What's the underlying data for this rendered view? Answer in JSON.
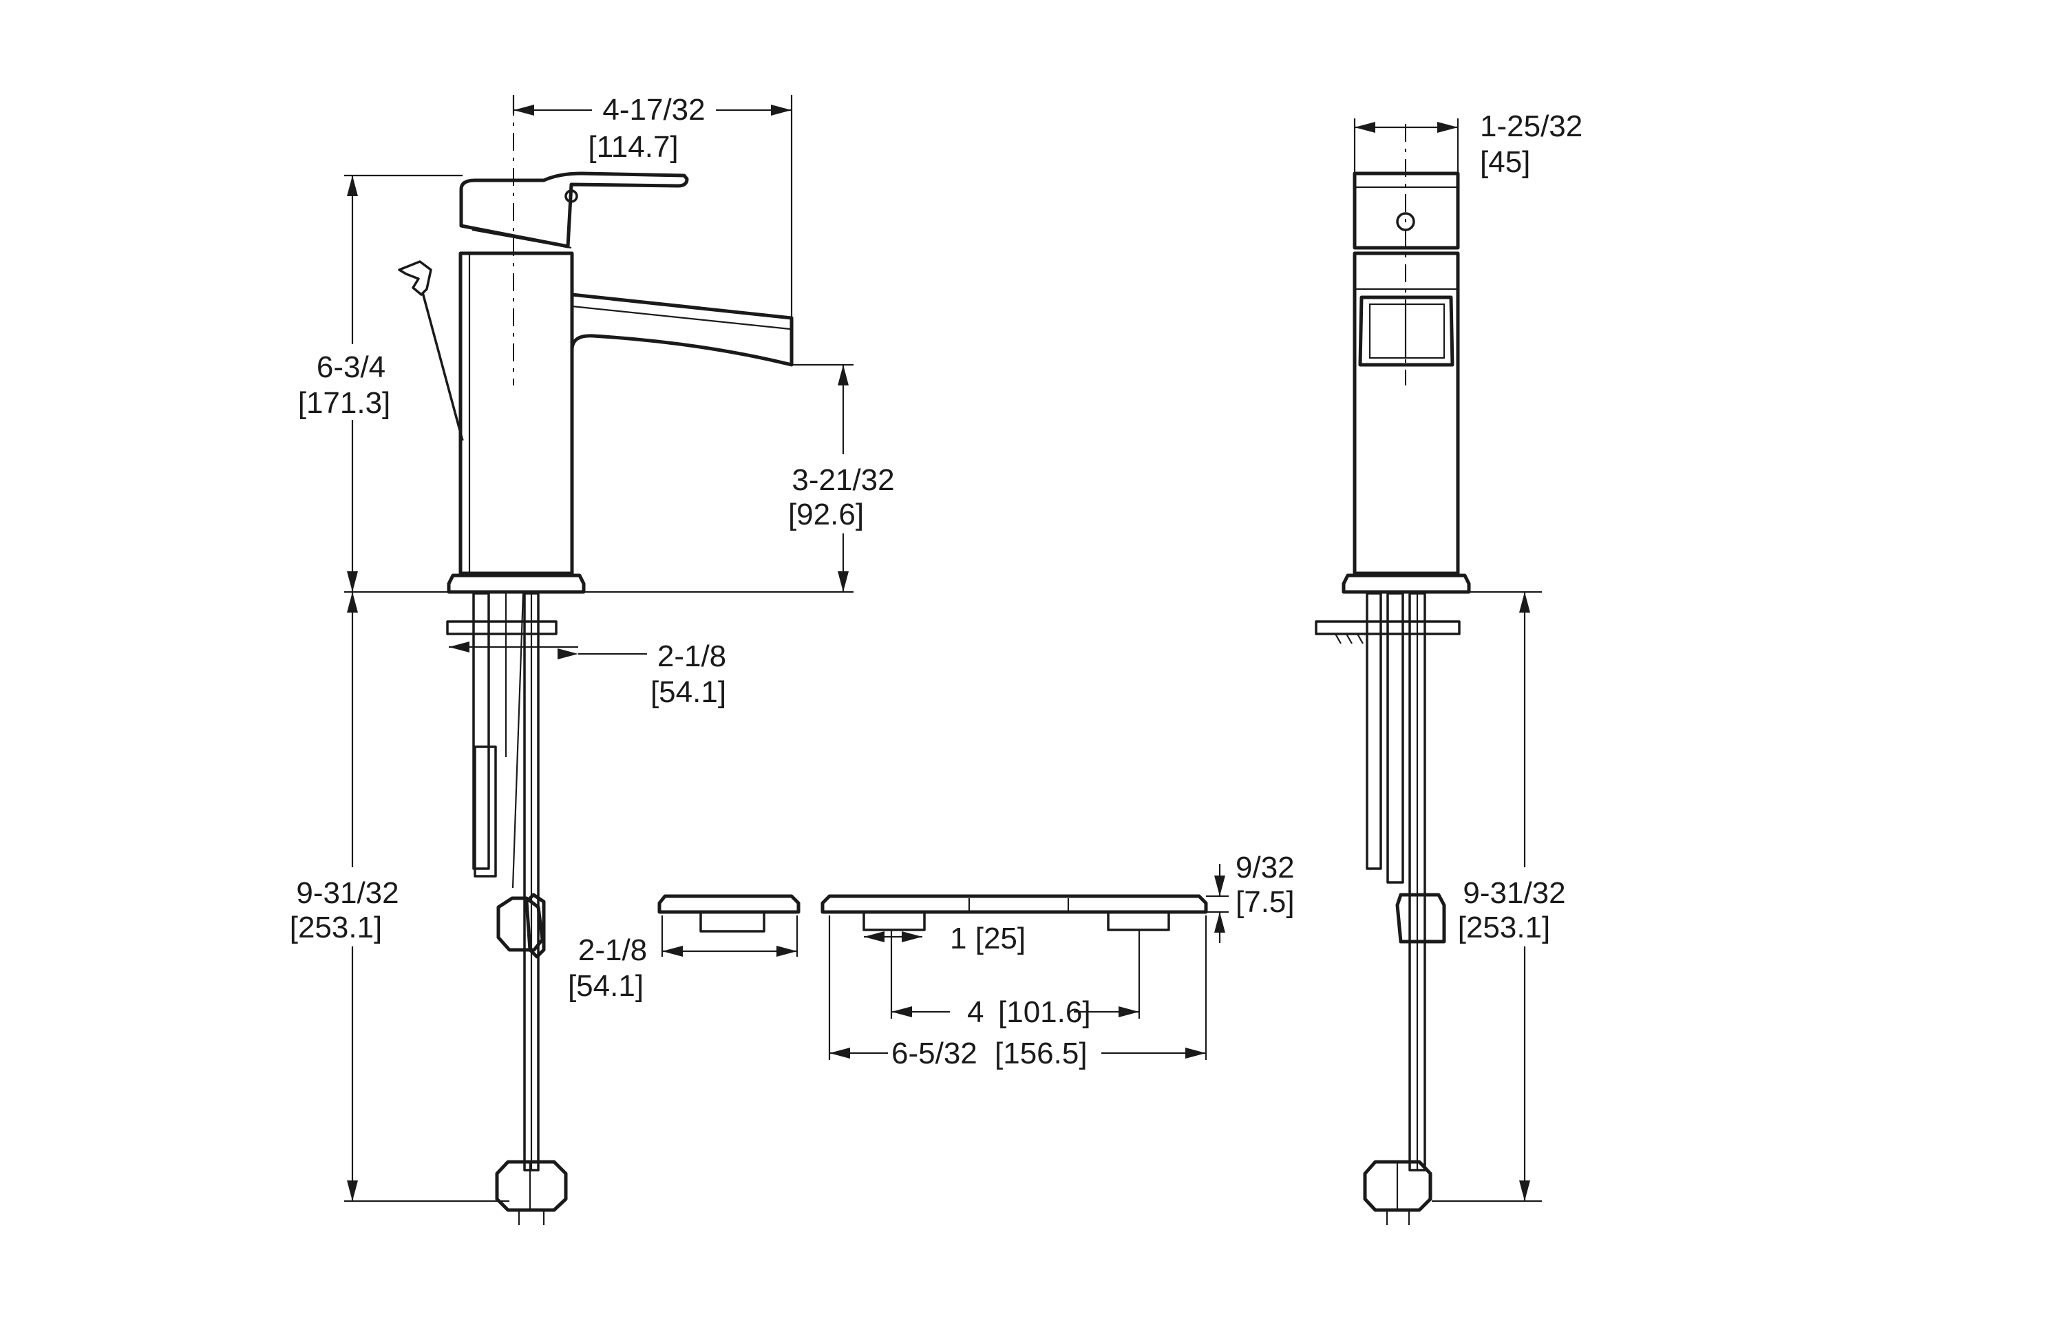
{
  "dimensions": {
    "overall_reach": {
      "inch": "4-17/32",
      "mm": "[114.7]"
    },
    "overall_height": {
      "inch": "6-3/4",
      "mm": "[171.3]"
    },
    "spout_height": {
      "inch": "3-21/32",
      "mm": "[92.6]"
    },
    "max_deck_thickness": {
      "inch": "2-1/8",
      "mm": "[54.1]"
    },
    "supply_length_side": {
      "inch": "9-31/32",
      "mm": "[253.1]"
    },
    "handle_width": {
      "inch": "1-25/32",
      "mm": "[45]"
    },
    "supply_length_front": {
      "inch": "9-31/32",
      "mm": "[253.1]"
    },
    "gasket_height": {
      "inch": "2-1/8",
      "mm": "[54.1]"
    },
    "deckplate_thickness": {
      "inch": "9/32",
      "mm": "[7.5]"
    },
    "hole_diameter": {
      "inch": "1",
      "mm": "[25]"
    },
    "hole_spacing": {
      "inch": "4",
      "mm": "[101.6]"
    },
    "deckplate_length": {
      "inch": "6-5/32",
      "mm": "[156.5]"
    }
  }
}
